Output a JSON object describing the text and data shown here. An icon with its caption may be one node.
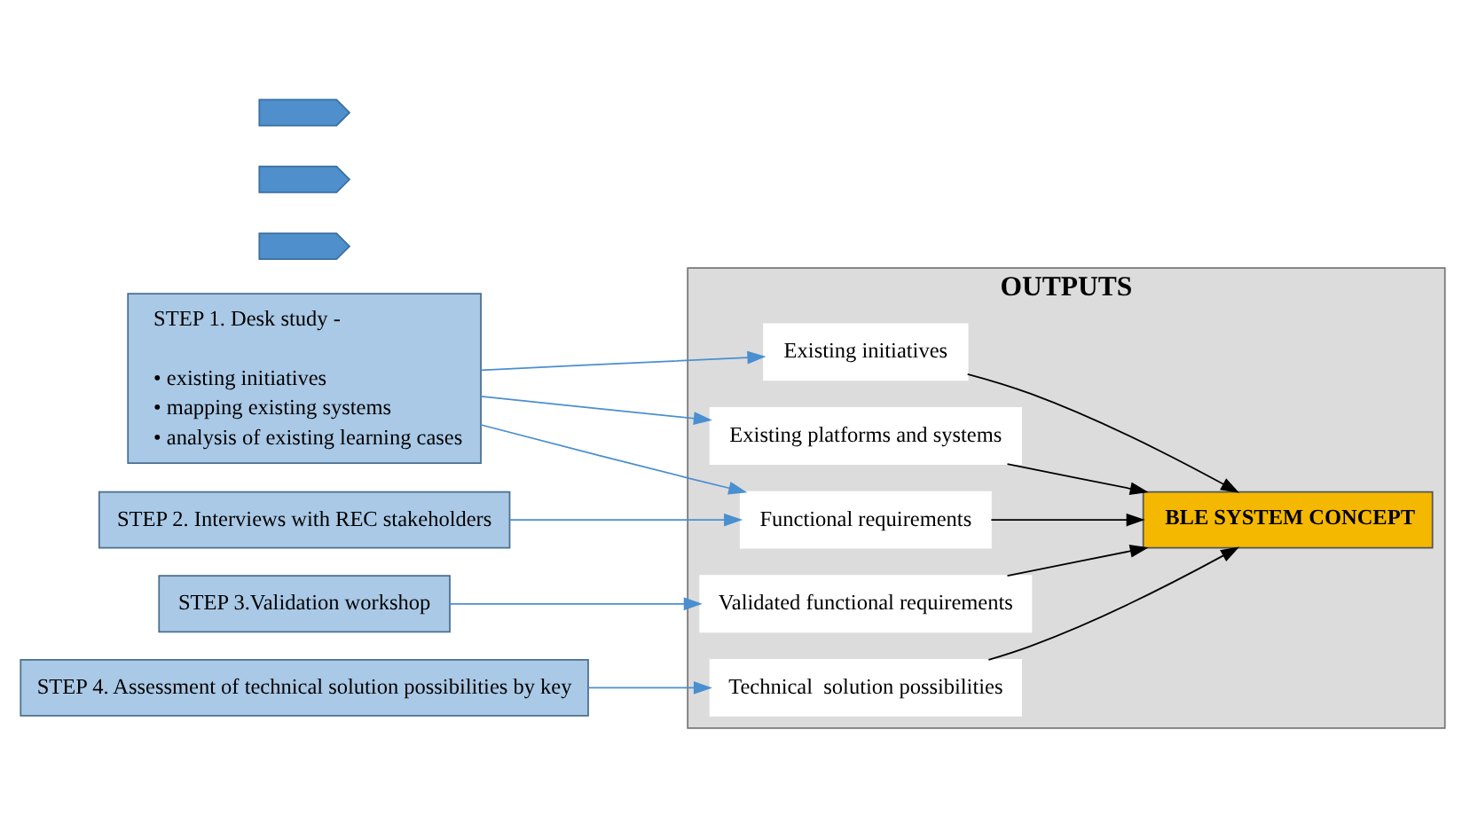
{
  "diagram": {
    "nodes": [
      {
        "text": [
          "STEP 1. Desk study -",
          "• existing initiatives",
          "• mapping existing systems",
          "• analysis of existing learning cases"
        ]
      },
      {
        "text": [],
        "shape": "arrow"
      },
      {
        "text": [
          "STEP 2. Interviews with REC stakeholders"
        ]
      },
      {
        "text": [],
        "shape": "arrow"
      },
      {
        "text": [
          "STEP 3.Validation workshop"
        ]
      },
      {
        "text": [],
        "shape": "arrow"
      },
      {
        "text": [
          "STEP 4. Assessment of technical solution possibilities by key"
        ]
      },
      {
        "text": [
          "OUTPUTS"
        ]
      },
      {
        "text": [
          "Existing initiatives"
        ],
        "in": 7
      },
      {
        "text": [
          "Existing platforms and systems"
        ],
        "in": 7
      },
      {
        "text": [
          "Functional requirements"
        ],
        "in": 7
      },
      {
        "text": [
          "Validated functional requirements"
        ],
        "in": 7
      },
      {
        "text": [
          "Technical  solution possibilities"
        ],
        "in": 7
      },
      {
        "text": [
          "BLE SYSTEM CONCEPT"
        ],
        "in": 7
      }
    ],
    "edges": [
      {
        "from": 0,
        "to": 8,
        "arrow": "to"
      },
      {
        "from": 0,
        "to": 9,
        "arrow": "to"
      },
      {
        "from": 0,
        "to": 10,
        "arrow": "to"
      },
      {
        "from": 2,
        "to": 10,
        "arrow": "to"
      },
      {
        "from": 4,
        "to": 11,
        "arrow": "to"
      },
      {
        "from": 6,
        "to": 12,
        "arrow": "to"
      },
      {
        "from": 8,
        "to": 13,
        "arrow": "to",
        "color": "#000000"
      },
      {
        "from": 9,
        "to": 13,
        "arrow": "to",
        "color": "#000000"
      },
      {
        "from": 10,
        "to": 13,
        "arrow": "to",
        "color": "#000000"
      },
      {
        "from": 11,
        "to": 13,
        "arrow": "to",
        "color": "#000000"
      },
      {
        "from": 12,
        "to": 13,
        "arrow": "to",
        "color": "#000000"
      }
    ]
  }
}
